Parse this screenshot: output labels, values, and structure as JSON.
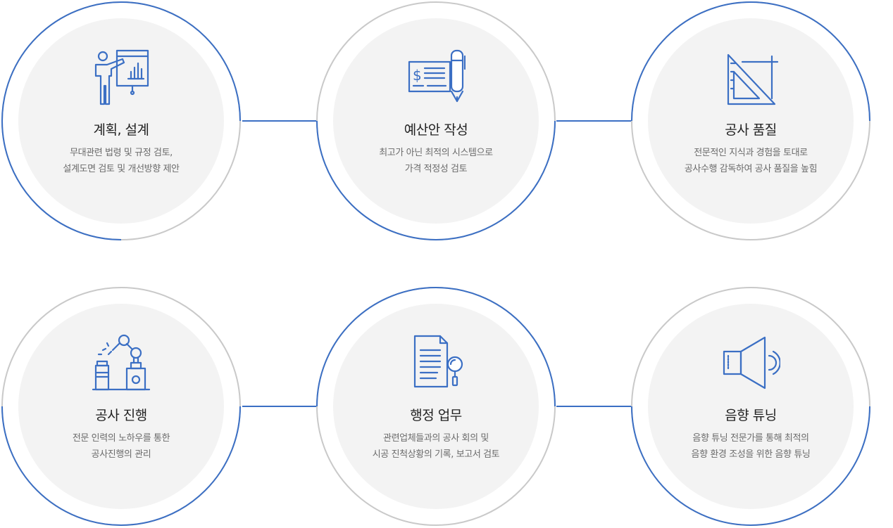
{
  "colors": {
    "accent": "#3b6fc4",
    "ring_gray": "#c9c9c9",
    "inner_bg": "#f3f3f3",
    "title": "#222222",
    "desc": "#6b6b6b"
  },
  "services": [
    {
      "icon": "presentation-chart-icon",
      "title": "계획, 설계",
      "desc": [
        "무대관련 법령 및 규정 검토,",
        "설계도면 검토 및 개선방향 제안"
      ]
    },
    {
      "icon": "cheque-pen-icon",
      "title": "예산안 작성",
      "desc": [
        "최고가 아닌 최적의 시스템으로",
        "가격 적정성 검토"
      ]
    },
    {
      "icon": "set-square-icon",
      "title": "공사 품질",
      "desc": [
        "전문적인 지식과 경험을 토대로",
        "공사수행 감독하여 공사 품질을 높힘"
      ]
    },
    {
      "icon": "robot-arm-icon",
      "title": "공사 진행",
      "desc": [
        "전문 인력의 노하우를 통한",
        "공사진행의 관리"
      ]
    },
    {
      "icon": "document-search-icon",
      "title": "행정 업무",
      "desc": [
        "관련업체들과의 공사 회의 및",
        "시공 진척상황의 기록, 보고서 검토"
      ]
    },
    {
      "icon": "speaker-icon",
      "title": "음향 튜닝",
      "desc": [
        "음향 튜닝 전문가를 통해 최적의",
        "음향 환경 조성을 위한 음향 튜닝"
      ]
    }
  ]
}
